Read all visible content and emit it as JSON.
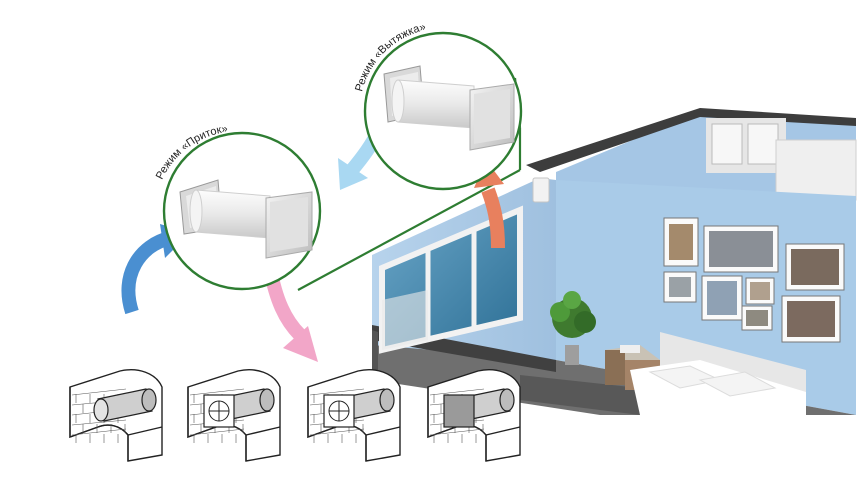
{
  "labels": {
    "supply_mode": "Режим «Приток»",
    "exhaust_mode": "Режим «Вытяжка»"
  },
  "colors": {
    "circle_stroke": "#2e7d32",
    "arrow_supply_in": "#4a8fd1",
    "arrow_supply_out": "#f2a6c8",
    "arrow_exhaust_in": "#e8805e",
    "arrow_exhaust_out": "#a9d8f2",
    "wall": "#a8c8e6",
    "wall_dark": "#6a8fb5",
    "floor": "#7a7a7a"
  },
  "icons": [
    "ventilator-device-icon",
    "wall-pipe-step-icon",
    "window-icon",
    "picture-frame-icon",
    "plant-icon",
    "bed-icon"
  ],
  "install_steps_count": 4
}
